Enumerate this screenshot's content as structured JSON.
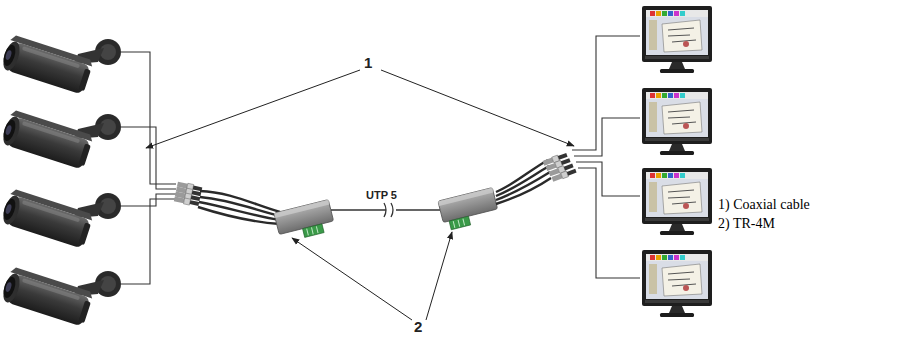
{
  "diagram": {
    "labels": [
      "1",
      "UTP 5",
      "2",
      "1) Coaxial cable",
      "2) TR-4M"
    ]
  }
}
